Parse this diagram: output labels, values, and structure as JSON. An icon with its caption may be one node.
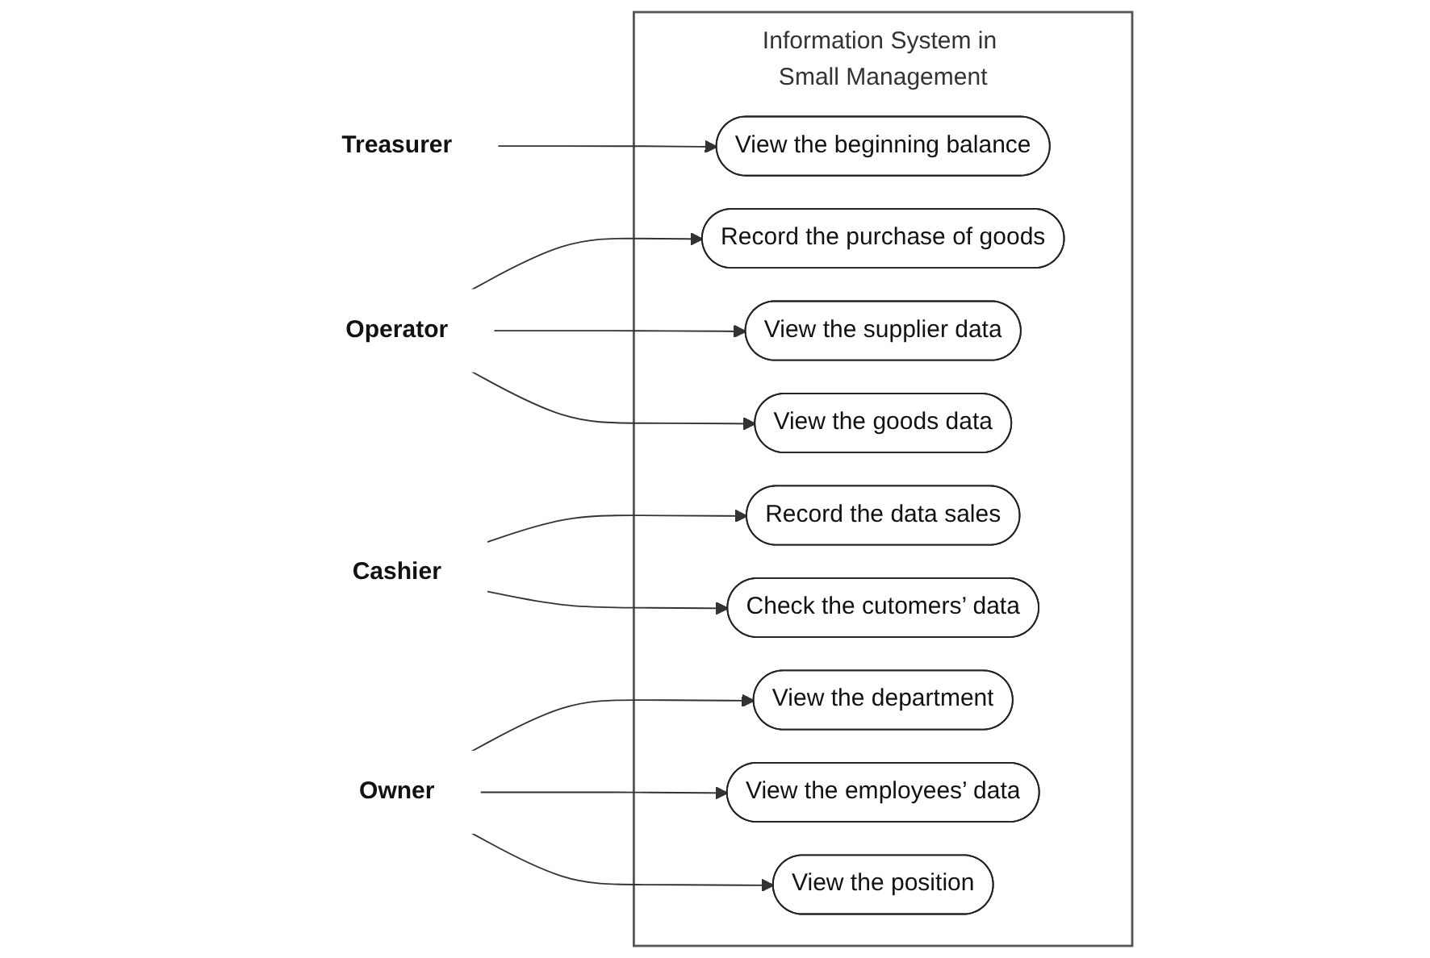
{
  "diagram": {
    "nodes": [
      {
        "text": [
          "Information System in Small Management"
        ]
      },
      {
        "text": [
          "Record the purchase of goods"
        ],
        "in": 0
      },
      {
        "text": [
          "View the beginning balance"
        ],
        "in": 0
      },
      {
        "text": [
          "View the supplier data"
        ],
        "in": 0
      },
      {
        "text": [
          "View the goods data"
        ],
        "in": 0
      },
      {
        "text": [
          "View the department"
        ],
        "in": 0
      },
      {
        "text": [
          "Record the data sales"
        ],
        "in": 0
      },
      {
        "text": [
          "View the employees’ data"
        ],
        "in": 0
      },
      {
        "text": [
          "Check the cutomers’ data"
        ],
        "in": 0
      },
      {
        "text": [
          "View the position"
        ],
        "in": 0
      },
      {
        "text": [
          "Operator"
        ]
      },
      {
        "text": [
          "Treasurer"
        ]
      },
      {
        "text": [
          "Cashier"
        ]
      },
      {
        "text": [
          "Owner"
        ]
      }
    ],
    "edges": [
      {
        "from": 10,
        "to": 1,
        "arrow": "to"
      },
      {
        "from": 10,
        "to": 3,
        "arrow": "to"
      },
      {
        "from": 10,
        "to": 4,
        "arrow": "to"
      },
      {
        "from": 11,
        "to": 2,
        "arrow": "to"
      },
      {
        "from": 12,
        "to": 6,
        "arrow": "to"
      },
      {
        "from": 12,
        "to": 8,
        "arrow": "to"
      },
      {
        "from": 13,
        "to": 5,
        "arrow": "to"
      },
      {
        "from": 13,
        "to": 7,
        "arrow": "to"
      },
      {
        "from": 13,
        "to": 9,
        "arrow": "to"
      }
    ]
  }
}
